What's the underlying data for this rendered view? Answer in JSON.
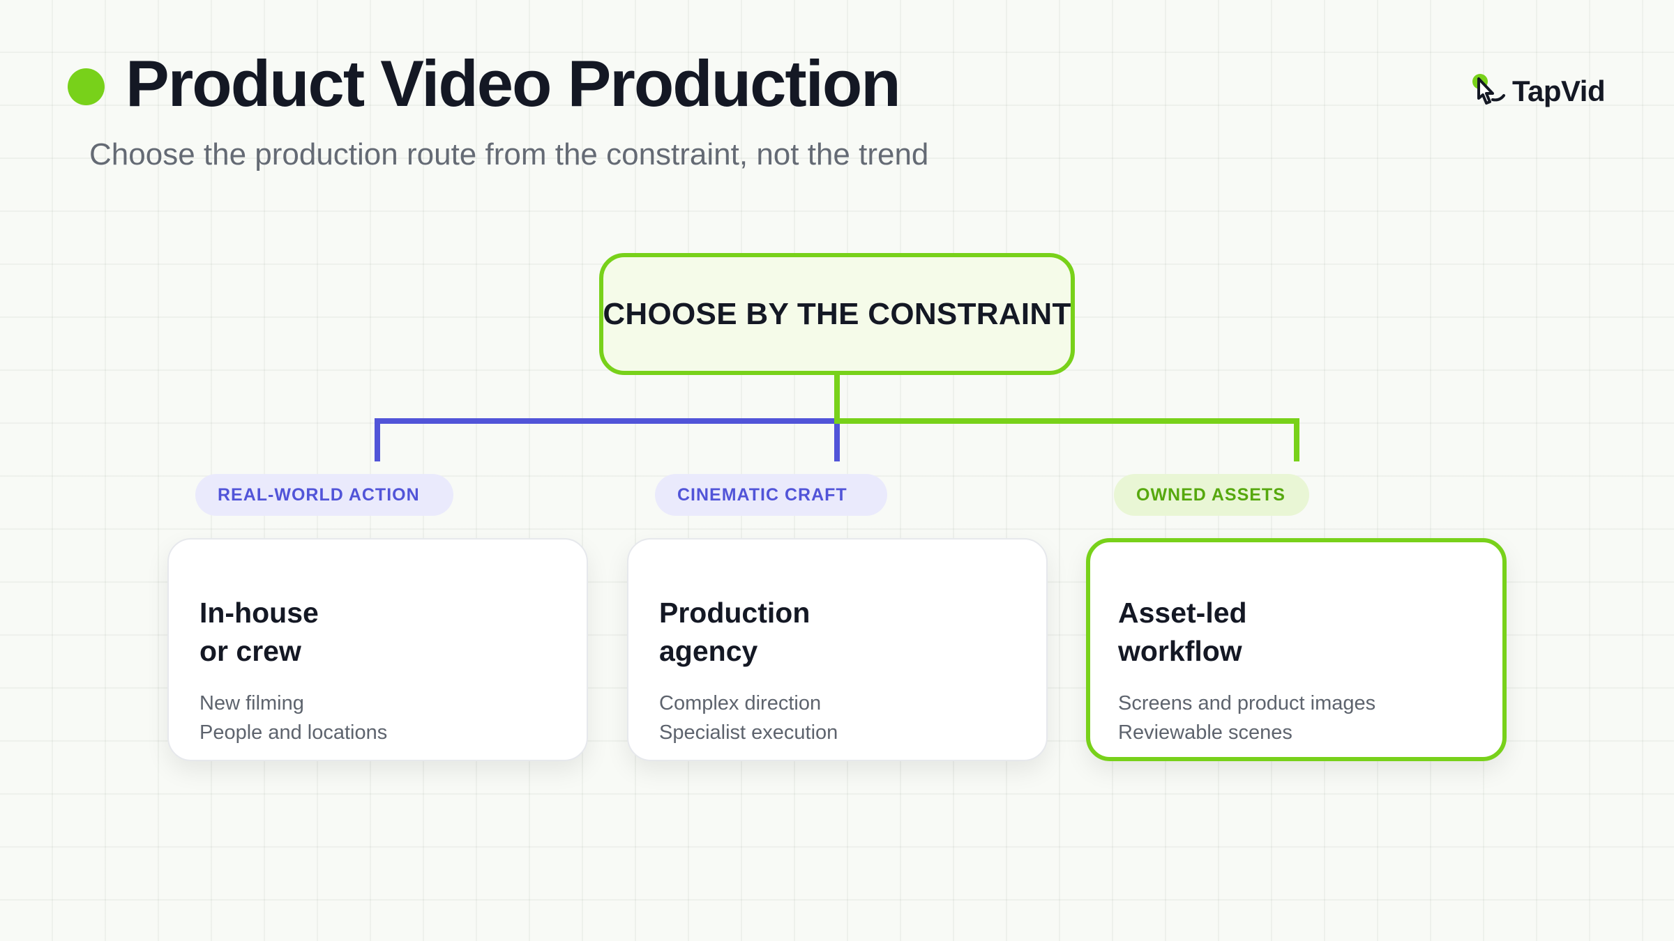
{
  "header": {
    "title": "Product Video Production",
    "subtitle": "Choose the production route from the constraint, not the trend"
  },
  "brand": {
    "name": "TapVid",
    "icon": "pointer-hand-icon"
  },
  "root": {
    "label": "CHOOSE BY THE CONSTRAINT"
  },
  "colors": {
    "accent_green": "#78d11a",
    "accent_blue": "#5154d8",
    "text_dark": "#141824"
  },
  "branches": [
    {
      "tag": "REAL-WORLD ACTION",
      "tag_color": "blue",
      "title_lines": [
        "In-house",
        "or crew"
      ],
      "lines": [
        "New filming",
        "People and locations"
      ],
      "highlighted": false
    },
    {
      "tag": "CINEMATIC CRAFT",
      "tag_color": "blue",
      "title_lines": [
        "Production",
        "agency"
      ],
      "lines": [
        "Complex direction",
        "Specialist execution"
      ],
      "highlighted": false
    },
    {
      "tag": "OWNED ASSETS",
      "tag_color": "green",
      "title_lines": [
        "Asset-led",
        "workflow"
      ],
      "lines": [
        "Screens and product images",
        "Reviewable scenes"
      ],
      "highlighted": true
    }
  ]
}
